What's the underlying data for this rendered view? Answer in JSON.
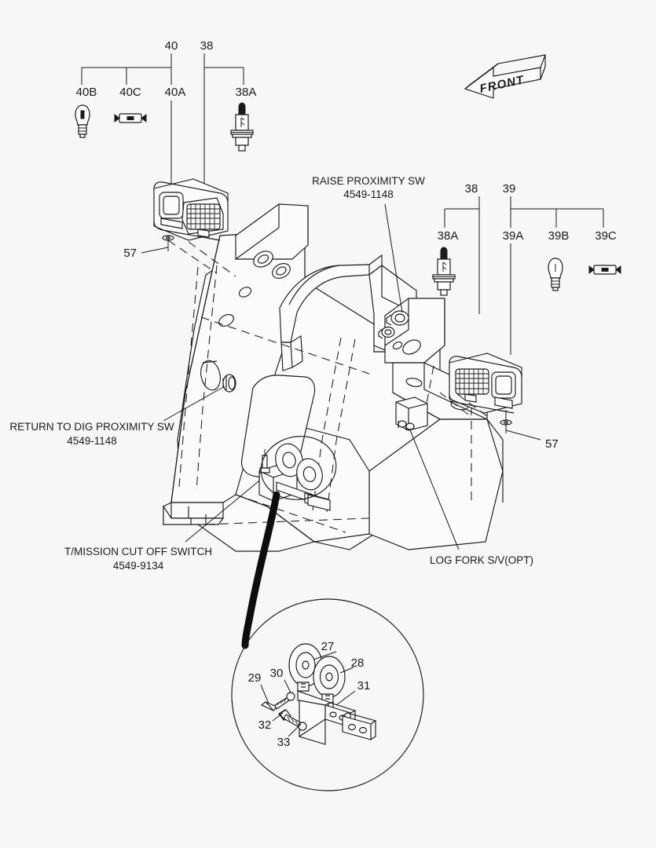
{
  "diagram": {
    "background_color": "#f7f7f7",
    "line_color": "#1a1a1a",
    "orientation_marker": "FRONT"
  },
  "callout_groups": [
    {
      "name": "group-40",
      "parent": "40",
      "children": [
        "40B",
        "40C",
        "40A"
      ]
    },
    {
      "name": "group-38-left",
      "parent": "38",
      "children": [
        "38A"
      ]
    },
    {
      "name": "group-38-right",
      "parent": "38",
      "children": [
        "38A"
      ]
    },
    {
      "name": "group-39",
      "parent": "39",
      "children": [
        "39A",
        "39B",
        "39C"
      ]
    }
  ],
  "callouts": {
    "top_left": {
      "parent_40": "40",
      "parent_38": "38",
      "child_40B": "40B",
      "child_40C": "40C",
      "child_40A": "40A",
      "child_38A": "38A"
    },
    "right": {
      "parent_38": "38",
      "parent_39": "39",
      "child_38A": "38A",
      "child_39A": "39A",
      "child_39B": "39B",
      "child_39C": "39C"
    },
    "fastener_left": "57",
    "fastener_right": "57"
  },
  "part_labels": [
    {
      "name": "raise-proximity-sw",
      "title": "RAISE PROXIMITY SW",
      "part_number": "4549-1148"
    },
    {
      "name": "return-to-dig-proximity-sw",
      "title": "RETURN TO DIG PROXIMITY SW",
      "part_number": "4549-1148"
    },
    {
      "name": "tmission-cut-off-switch",
      "title": "T/MISSION CUT OFF SWITCH",
      "part_number": "4549-9134"
    },
    {
      "name": "log-fork-sv",
      "title": "LOG FORK S/V(OPT)",
      "part_number": ""
    }
  ],
  "detail_view": {
    "name": "horn-assembly-detail",
    "items": [
      "27",
      "28",
      "29",
      "30",
      "31",
      "32",
      "33"
    ]
  },
  "bulb_icons": [
    {
      "name": "bulb-ba15-40b",
      "type": "single-contact-bayonet"
    },
    {
      "name": "bulb-festoon-40c",
      "type": "festoon"
    },
    {
      "name": "bulb-h4-38a-left",
      "type": "h4-halogen"
    },
    {
      "name": "bulb-h4-38a-right",
      "type": "h4-halogen"
    },
    {
      "name": "bulb-ba15-39b",
      "type": "single-contact-bayonet"
    },
    {
      "name": "bulb-festoon-39c",
      "type": "festoon"
    }
  ]
}
